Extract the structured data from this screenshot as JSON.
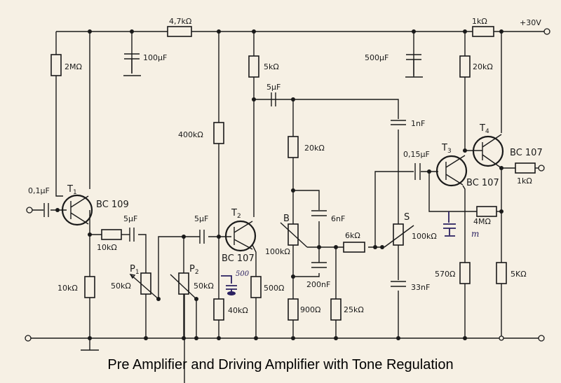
{
  "caption": "Pre Amplifier and Driving Amplifier with Tone Regulation",
  "supply": "+30V",
  "transistors": {
    "t1": {
      "name": "T1",
      "name_main": "T",
      "name_sub": "1",
      "type": "BC 109"
    },
    "t2": {
      "name": "T2",
      "name_main": "T",
      "name_sub": "2",
      "type": "BC 107"
    },
    "t3": {
      "name": "T3",
      "name_main": "T",
      "name_sub": "3",
      "type": "BC 107"
    },
    "t4": {
      "name": "T4",
      "name_main": "T",
      "name_sub": "4",
      "type": "BC 107"
    }
  },
  "resistors": {
    "r_supply_filter": "4,7kΩ",
    "r_t1_bias": "2MΩ",
    "r_t1_emitter": "10kΩ",
    "r_t1_series": "10kΩ",
    "r_t2_base": "400kΩ",
    "r_t2_base_low": "40kΩ",
    "r_t2_collector": "5kΩ",
    "r_t2_emitter": "500Ω",
    "r_tone_top": "20kΩ",
    "r_tone_bottom": "900Ω",
    "r_tone_mid": "6kΩ",
    "r_tone_shunt": "25kΩ",
    "r_supply_1k": "1kΩ",
    "r_t3_collector": "20kΩ",
    "r_t3_emitter": "570Ω",
    "r_feedback": "4MΩ",
    "r_t4_emitter": "5KΩ",
    "r_output": "1kΩ"
  },
  "capacitors": {
    "c_input": "0,1µF",
    "c_supply1": "100µF",
    "c_supply2": "500µF",
    "c_t1_out": "5µF",
    "c_t2_in": "5µF",
    "c_t2_out": "5µF",
    "c_treble": "1nF",
    "c_bass_top": "6nF",
    "c_bass_bottom": "200nF",
    "c_treble_bottom": "33nF",
    "c_t3_in": "0,15µF"
  },
  "potentiometers": {
    "p1": {
      "name_main": "P",
      "name_sub": "1",
      "value": "50kΩ"
    },
    "p2": {
      "name_main": "P",
      "name_sub": "2",
      "value": "50kΩ"
    },
    "bass": {
      "name": "B",
      "value": "100kΩ"
    },
    "treble": {
      "name": "S",
      "value": "100kΩ"
    }
  },
  "handwritten": {
    "note_500": "500",
    "note_m": "m"
  }
}
